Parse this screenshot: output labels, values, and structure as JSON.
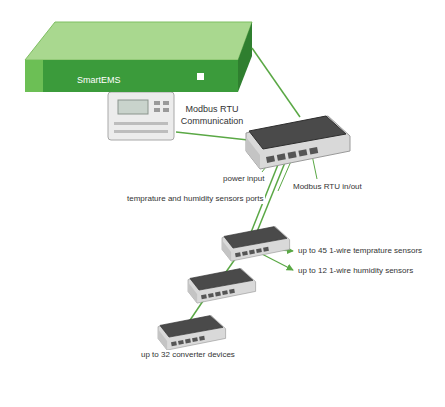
{
  "diagram": {
    "nodes": [
      {
        "text": [
          "SmartEMS"
        ]
      }
    ],
    "labels": [
      "Modbus RTU Communication",
      "power input",
      "temprature and humidity sensors ports",
      "Modbus RTU in/out",
      "up to 45 1-wire temprature sensors",
      "up to 12 1-wire humidity sensors",
      "up to 32 converter devices"
    ]
  }
}
